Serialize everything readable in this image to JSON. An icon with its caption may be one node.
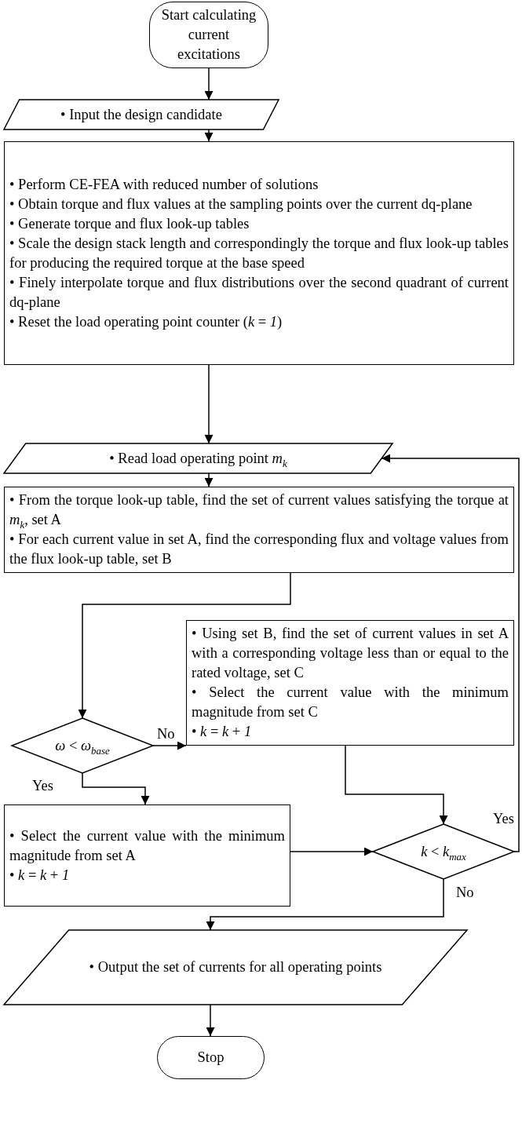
{
  "diagram": {
    "nodes": [
      {
        "text": [
          "Start calculating current excitations"
        ]
      },
      {
        "text": [
          "• Input the design candidate"
        ]
      },
      {
        "text": [
          "• Perform CE-FEA with reduced number of solutions",
          "• Obtain torque and flux values at the sampling points over the current dq-plane",
          "• Generate torque and flux look-up tables",
          "• Scale the design stack length and correspondingly the torque and flux look-up tables for producing the required torque at the base speed",
          "• Finely interpolate torque and flux distributions over the second quadrant of current dq-plane",
          "• Reset the load operating point counter (*k* = *1*)"
        ]
      },
      {
        "text": [
          "• Read load operating point *m*$_{k}$"
        ]
      },
      {
        "text": [
          "• From the torque look-up table, find the set of current values satisfying the torque at *m*$_{k}$, set A",
          "• For each current value in set A, find the corresponding flux and voltage values from the flux look-up table, set B"
        ]
      },
      {
        "text": [
          "*ω* < *ω*$_{base}$"
        ]
      },
      {
        "text": [
          "• Using set B, find the set of current values in set A with a corresponding voltage less than or equal to the rated voltage, set C",
          "• Select the current value with the minimum magnitude from set C",
          "• *k* = *k* + *1*"
        ]
      },
      {
        "text": [
          "• Select the current value with the minimum magnitude from set A",
          "• *k* = *k* + *1*"
        ]
      },
      {
        "text": [
          "*k* < *k*$_{max}$"
        ]
      },
      {
        "text": [
          "• Output the set of currents for all operating points"
        ]
      },
      {
        "text": [
          "Stop"
        ]
      }
    ],
    "edges": [
      {
        "from": 0,
        "to": 1,
        "arrow": "to"
      },
      {
        "from": 1,
        "to": 2,
        "arrow": "to"
      },
      {
        "from": 2,
        "to": 3,
        "arrow": "to"
      },
      {
        "from": 3,
        "to": 4,
        "arrow": "to"
      },
      {
        "from": 4,
        "to": 5,
        "arrow": "to"
      },
      {
        "from": 5,
        "to": 6,
        "arrow": "to",
        "label": "No"
      },
      {
        "from": 5,
        "to": 7,
        "arrow": "to",
        "label": "Yes"
      },
      {
        "from": 6,
        "to": 8,
        "arrow": "to"
      },
      {
        "from": 7,
        "to": 8,
        "arrow": "to"
      },
      {
        "from": 8,
        "to": 3,
        "arrow": "to",
        "label": "Yes"
      },
      {
        "from": 8,
        "to": 9,
        "arrow": "to",
        "label": "No"
      },
      {
        "from": 9,
        "to": 10,
        "arrow": "to"
      }
    ]
  }
}
